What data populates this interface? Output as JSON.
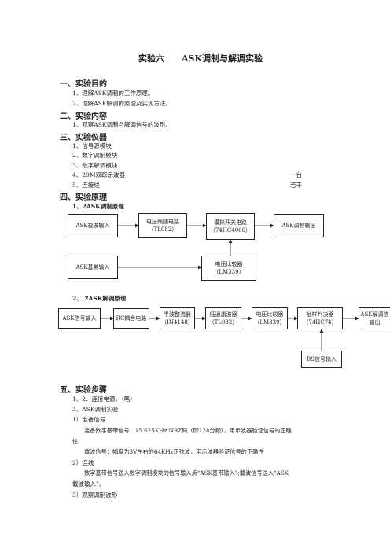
{
  "title": "实验六　　ASK调制与解调实验",
  "sections": {
    "s1": {
      "heading": "一、实验目的",
      "items": [
        "1、理解ASK调制的工作原理。",
        "2、理解ASK解调的原理及实现方法。"
      ]
    },
    "s2": {
      "heading": "二、实验内容",
      "items": [
        "1、观察ASK调制与解调信号的波形。"
      ]
    },
    "s3": {
      "heading": "三、实验仪器",
      "items": [
        "1、信号源模块",
        "2、数字调制模块",
        "3、数字解调模块",
        "4、20M双踪示波器",
        "5、连接线"
      ],
      "qty": [
        "一台",
        "若干"
      ]
    },
    "s4": {
      "heading": "四、实验原理",
      "sub1": "1、2ASK调制原理",
      "sub2": "2、 2ASK解调原理"
    },
    "s5": {
      "heading": "五、实验步骤",
      "lines": [
        "1、2、连接电源。（略）",
        "3、ASK调制实验",
        "1）准备信号",
        "准备数字基带信号：15.625KHz NRZ码（即128分频），用示波器验证信号的正确",
        "性",
        "载波信号：幅度为3V左右的64KHz正弦波，用示波器验证信号的正确性",
        "2）连线",
        "数字基带信号送入数字调制模块的信号输入点“ASK基带输入”;载波信号送入“ASK",
        "载波输入”。",
        "3）观察调制波形"
      ]
    }
  },
  "diagram1": {
    "carrier_in": "ASK载波输入",
    "follower": [
      "电压跟随电路",
      "（TL082）"
    ],
    "switch": [
      "模拟开关电路",
      "（74HC4066）"
    ],
    "output": "ASK调制输出",
    "baseband_in": "ASK基带输入",
    "comparator": [
      "电压比较器",
      "（LM339）"
    ]
  },
  "diagram2": {
    "input": "ASK信号输入",
    "rc": "RC耦合电路",
    "rectifier": [
      "半波整流器",
      "（IN4148）"
    ],
    "lpf": [
      "低通滤波器",
      "（TL082）"
    ],
    "comparator": [
      "电压比较器",
      "（LM339）"
    ],
    "sampler": [
      "抽样判决器",
      "（74HC74）"
    ],
    "output": [
      "ASK解调信",
      "输出"
    ],
    "bs": "BS信号输入"
  }
}
